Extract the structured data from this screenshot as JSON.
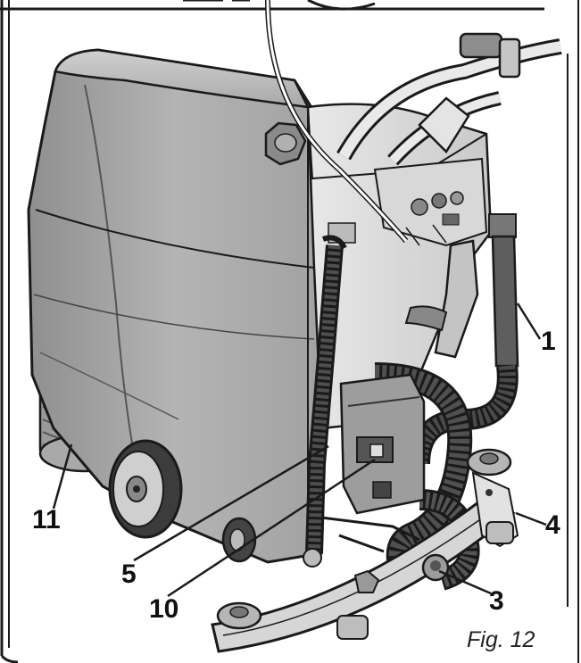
{
  "figure": {
    "caption": "Fig. 12",
    "colors": {
      "outline": "#1a1a1a",
      "body_dark": "#9b9b9b",
      "body_mid": "#bdbdbd",
      "body_light": "#d9d9d9",
      "hose": "#3a3a3a",
      "background": "#ffffff"
    }
  },
  "callouts": [
    {
      "id": "c1",
      "label": "1"
    },
    {
      "id": "c4",
      "label": "4"
    },
    {
      "id": "c3",
      "label": "3"
    },
    {
      "id": "c5",
      "label": "5"
    },
    {
      "id": "c10",
      "label": "10"
    },
    {
      "id": "c11",
      "label": "11"
    }
  ]
}
